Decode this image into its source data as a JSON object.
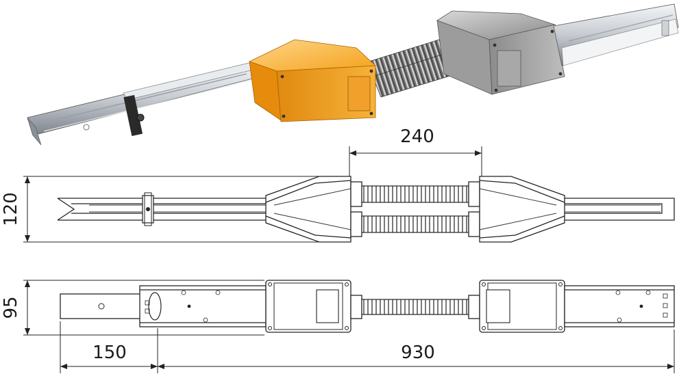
{
  "dimensions": {
    "bellows_length": "240",
    "plan_width": "120",
    "side_height": "95",
    "end_offset": "150",
    "total_length": "930"
  },
  "colors": {
    "coupling_left": "#f5a623",
    "coupling_right": "#9a9a9a",
    "rail": "#c8ccd2"
  }
}
